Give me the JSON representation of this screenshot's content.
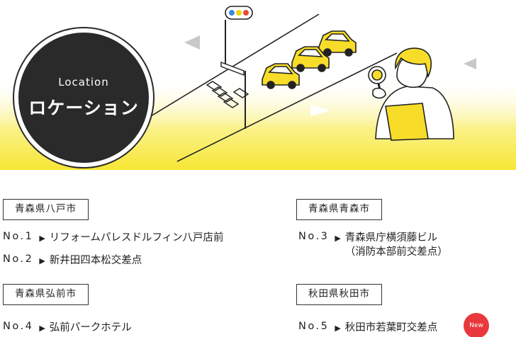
{
  "hero": {
    "subtitle": "Location",
    "title": "ロケーション"
  },
  "areas": [
    {
      "label": "青森県八戸市",
      "locations": [
        {
          "no": "No.1",
          "name": "リフォームパレスドルフィン八戸店前"
        },
        {
          "no": "No.2",
          "name": "新井田四本松交差点"
        }
      ]
    },
    {
      "label": "青森県弘前市",
      "locations": [
        {
          "no": "No.4",
          "name": "弘前パークホテル"
        }
      ]
    },
    {
      "label": "青森県青森市",
      "locations": [
        {
          "no": "No.3",
          "name": "青森県庁横須藤ビル",
          "name_sub": "（消防本部前交差点）"
        }
      ]
    },
    {
      "label": "秋田県秋田市",
      "locations": [
        {
          "no": "No.5",
          "name": "秋田市若葉町交差点",
          "badge": "New"
        }
      ]
    }
  ],
  "colors": {
    "accent_yellow": "#f7e633",
    "badge_dark": "#2a2a2a",
    "new_red": "#e8383d"
  },
  "icons": {
    "arrow": "▶"
  }
}
